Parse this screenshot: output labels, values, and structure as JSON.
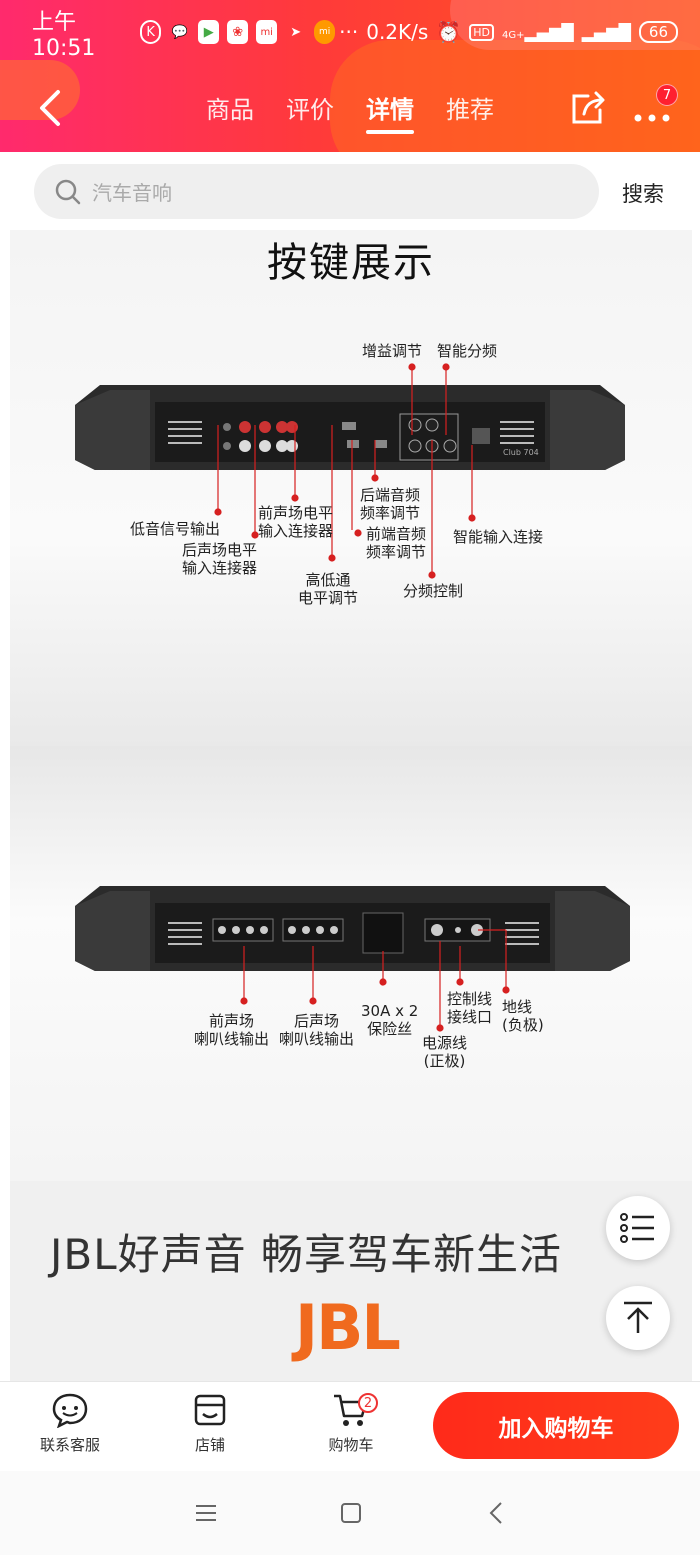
{
  "status_bar": {
    "time": "上午10:51",
    "speed": "0.2K/s",
    "network": "4G+",
    "battery": "66",
    "hd": "HD"
  },
  "nav": {
    "tabs": [
      "商品",
      "评价",
      "详情",
      "推荐"
    ],
    "active_tab": "详情",
    "more_badge": "7"
  },
  "search": {
    "placeholder": "汽车音响",
    "button": "搜索"
  },
  "panel1": {
    "title": "按键展示",
    "model": "Club 704",
    "labels": {
      "gain": "增益调节",
      "smart_crossover": "智能分频",
      "bass_out": "低音信号输出",
      "front_level_1": "前声场电平",
      "front_level_2": "输入连接器",
      "rear_level_1": "后声场电平",
      "rear_level_2": "输入连接器",
      "rear_freq_1": "后端音频",
      "rear_freq_2": "频率调节",
      "front_freq_1": "前端音频",
      "front_freq_2": "频率调节",
      "smart_input": "智能输入连接",
      "hilo_1": "高低通",
      "hilo_2": "电平调节",
      "crossover_ctrl": "分频控制"
    }
  },
  "panel2": {
    "labels": {
      "front_spk_1": "前声场",
      "front_spk_2": "喇叭线输出",
      "rear_spk_1": "后声场",
      "rear_spk_2": "喇叭线输出",
      "fuse_1": "30A x 2",
      "fuse_2": "保险丝",
      "remote_1": "控制线",
      "remote_2": "接线口",
      "ground_1": "地线",
      "ground_2": "(负极)",
      "power_1": "电源线",
      "power_2": "(正极)"
    }
  },
  "panel3": {
    "slogan": "JBL好声音 畅享驾车新生活",
    "logo": "JBL"
  },
  "bottom_bar": {
    "service": "联系客服",
    "store": "店铺",
    "cart": "购物车",
    "cart_count": "2",
    "add_to_cart": "加入购物车"
  }
}
